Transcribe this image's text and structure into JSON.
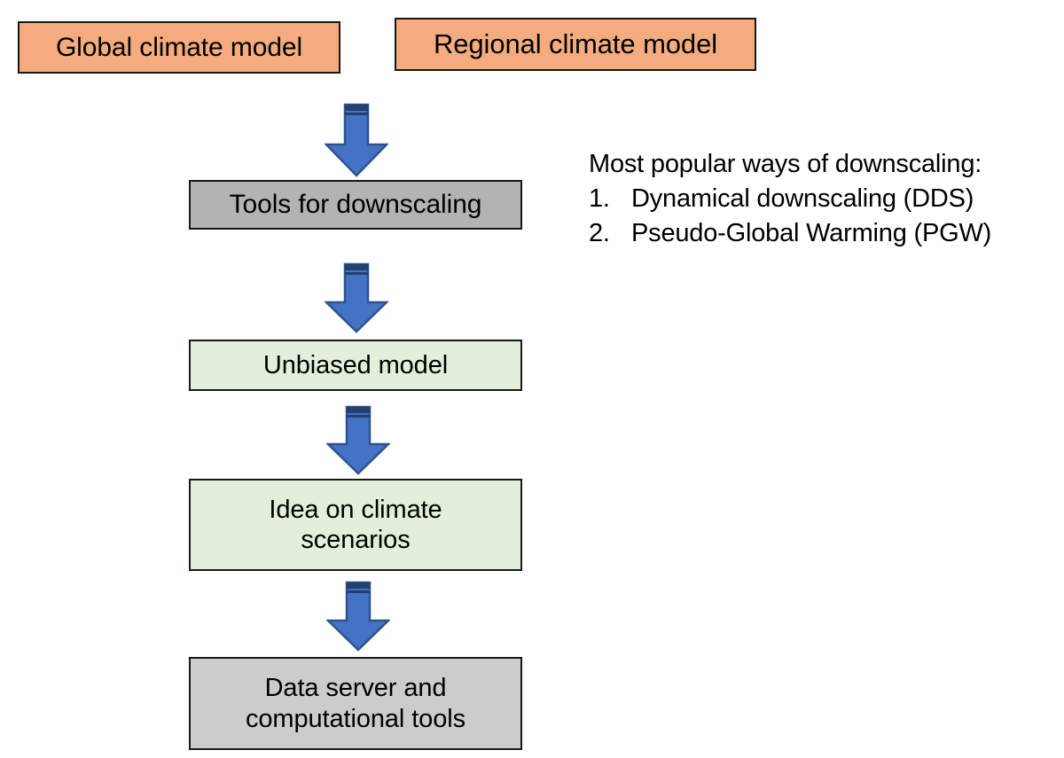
{
  "diagram": {
    "title": "Downscaling workflow flowchart",
    "colors": {
      "orange_fill": "#f4ac7e",
      "gray_fill": "#b3b3b3",
      "gray_light_fill": "#cccccc",
      "green_fill": "#e2efda",
      "box_border": "#181818",
      "arrow_fill": "#4472c4",
      "arrow_border": "#2f528f",
      "arrow_band": "#23406e",
      "background": "#ffffff",
      "text": "#000000"
    },
    "nodes": [
      {
        "id": "global-climate-model",
        "label": "Global climate model",
        "fill": "orange"
      },
      {
        "id": "regional-climate-model",
        "label": "Regional climate model",
        "fill": "orange"
      },
      {
        "id": "tools-for-downscaling",
        "label": "Tools for downscaling",
        "fill": "gray"
      },
      {
        "id": "unbiased-model",
        "label": "Unbiased model",
        "fill": "green"
      },
      {
        "id": "idea-on-climate-scenarios",
        "label": "Idea on climate\nscenarios",
        "fill": "green"
      },
      {
        "id": "data-server-and-computational-tools",
        "label": "Data server and\ncomputational tools",
        "fill": "gray-light"
      }
    ],
    "arrows": [
      {
        "id": "arrow-1",
        "direction": "down",
        "from": "regional-climate-model",
        "to": "tools-for-downscaling"
      },
      {
        "id": "arrow-2",
        "direction": "down",
        "from": "tools-for-downscaling",
        "to": "unbiased-model"
      },
      {
        "id": "arrow-3",
        "direction": "down",
        "from": "unbiased-model",
        "to": "idea-on-climate-scenarios"
      },
      {
        "id": "arrow-4",
        "direction": "down",
        "from": "idea-on-climate-scenarios",
        "to": "data-server-and-computational-tools"
      }
    ]
  },
  "side_note": {
    "heading": "Most popular ways of downscaling:",
    "items": [
      {
        "marker": "1.",
        "text": "Dynamical downscaling (DDS)"
      },
      {
        "marker": "2.",
        "text": "Pseudo-Global Warming (PGW)"
      }
    ]
  }
}
